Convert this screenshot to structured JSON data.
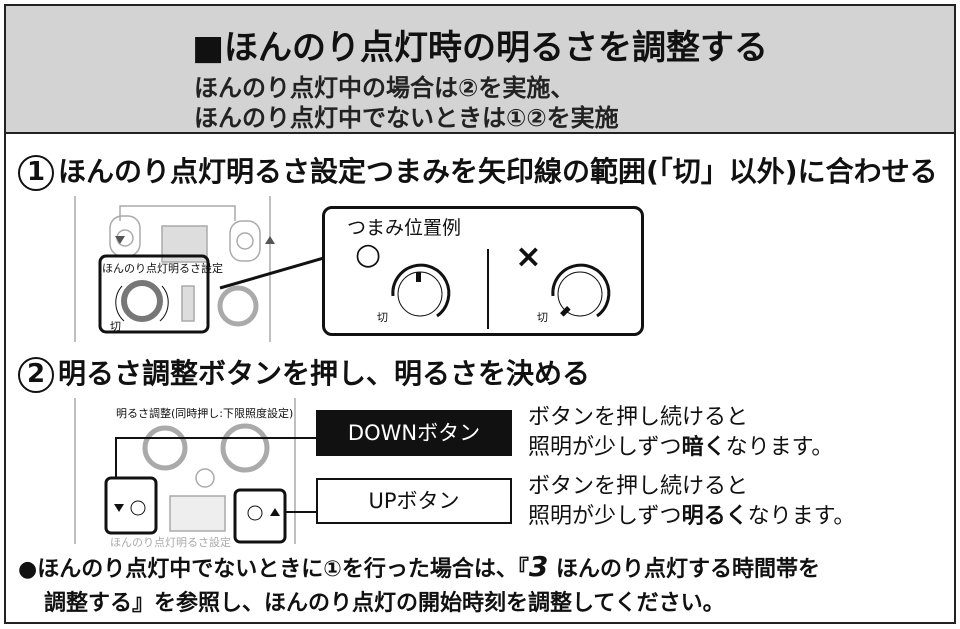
{
  "header": {
    "title": "■ほんのり点灯時の明るさを調整する",
    "sub1": "ほんのり点灯中の場合は②を実施、",
    "sub2": "ほんのり点灯中でないときは①②を実施"
  },
  "step1": {
    "num": "1",
    "text": "ほんのり点灯明るさ設定つまみを矢印線の範囲(「切」以外)に合わせる",
    "dial_label": "ほんのり点灯明るさ設定",
    "off_label": "切",
    "callout_title": "つまみ位置例",
    "ok_mark": "○",
    "ng_mark": "×"
  },
  "step2": {
    "num": "2",
    "text": "明るさ調整ボタンを押し、明るさを決める",
    "panel_label": "明るさ調整(同時押し:下限照度設定)",
    "panel_bottom": "ほんのり点灯明るさ設定",
    "down_label": "DOWNボタン",
    "up_label": "UPボタン",
    "down_desc1": "ボタンを押し続けると",
    "down_desc2a": "照明が少しずつ",
    "down_desc2b": "暗く",
    "down_desc2c": "なります。",
    "up_desc1": "ボタンを押し続けると",
    "up_desc2a": "照明が少しずつ",
    "up_desc2b": "明るく",
    "up_desc2c": "なります。"
  },
  "note": {
    "line1a": "●ほんのり点灯中でないときに①を行った場合は、『",
    "ref_num": "3",
    "line1b": "ほんのり点灯する時間帯を",
    "line2": "調整する』を参照し、ほんのり点灯の開始時刻を調整してください。"
  },
  "colors": {
    "header_bg": "#d3d3d3",
    "dark": "#111111"
  }
}
